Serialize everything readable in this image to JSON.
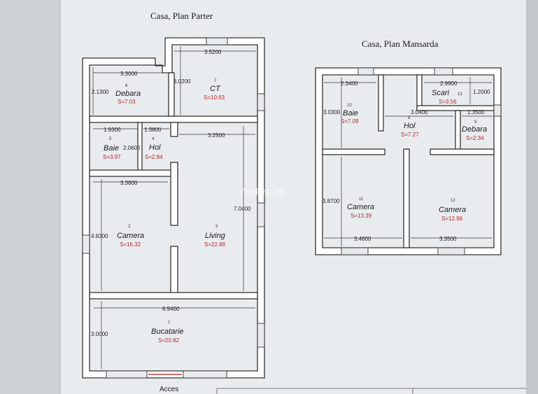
{
  "parter": {
    "title": "Casa, Plan Parter",
    "entrance": "Acces",
    "rooms": [
      {
        "num": "6",
        "name": "Debara",
        "area": "S=7.03"
      },
      {
        "num": "7",
        "name": "CT",
        "area": "S=10.63"
      },
      {
        "num": "5",
        "name": "Baie",
        "area": "S=3.97"
      },
      {
        "num": "4",
        "name": "Hol",
        "area": "S=2.84"
      },
      {
        "num": "2",
        "name": "Camera",
        "area": "S=16.32"
      },
      {
        "num": "3",
        "name": "Living",
        "area": "S=22.88"
      },
      {
        "num": "1",
        "name": "Bucatarie",
        "area": "S=20.82"
      }
    ],
    "dims": [
      "3.3000",
      "3.5200",
      "2.1300",
      "3.0200",
      "1.9300",
      "1.3800",
      "3.2500",
      "2.0600",
      "3.3800",
      "7.0400",
      "4.8300",
      "6.9400",
      "3.0000"
    ]
  },
  "mansarda": {
    "title": "Casa, Plan Mansarda",
    "rooms": [
      {
        "num": "10",
        "name": "Baie",
        "area": "S=7.09"
      },
      {
        "num": "13",
        "name": "Scari",
        "area": "S=3.56"
      },
      {
        "num": "8",
        "name": "Hol",
        "area": "S=7.27"
      },
      {
        "num": "9",
        "name": "Debara",
        "area": "S=2.34"
      },
      {
        "num": "11",
        "name": "Camera",
        "area": "S=13.39"
      },
      {
        "num": "12",
        "name": "Camera",
        "area": "S=12.96"
      }
    ],
    "dims": [
      "2.3400",
      "2.9900",
      "1.2000",
      "3.0300",
      "3.0400",
      "1.3500",
      "3.8700",
      "3.4600",
      "3.3500"
    ]
  },
  "watermark": "YouPro.ro",
  "colors": {
    "paper": "#e9ecef",
    "wall_fill": "#ffffff",
    "line": "#333333",
    "area_text": "#b3262b"
  }
}
